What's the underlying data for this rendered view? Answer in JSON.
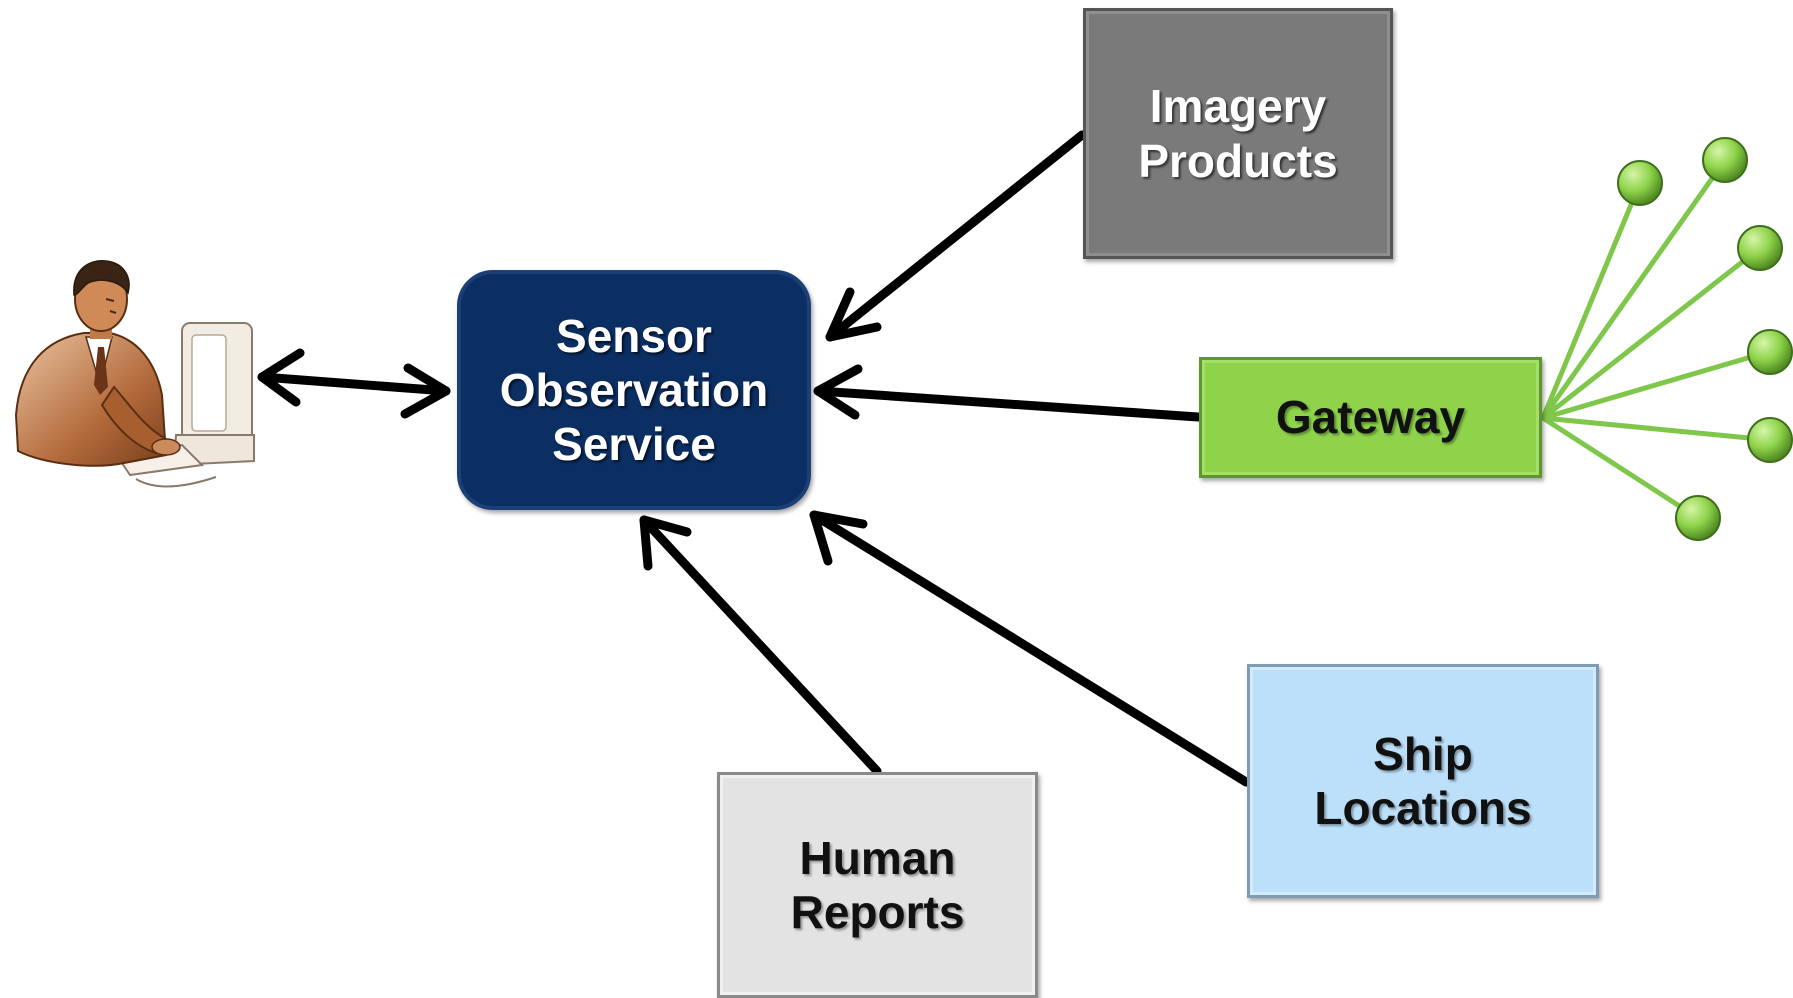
{
  "nodes": {
    "sos": {
      "label": "Sensor\nObservation\nService"
    },
    "imagery": {
      "label": "Imagery\nProducts"
    },
    "gateway": {
      "label": "Gateway"
    },
    "ship": {
      "label": "Ship\nLocations"
    },
    "human": {
      "label": "Human\nReports"
    }
  },
  "colors": {
    "sos_fill": "#0b2e63",
    "imagery_fill": "#7a7a7a",
    "gateway_fill": "#8ed34a",
    "ship_fill": "#bde0fa",
    "human_fill": "#e3e3e3",
    "sensor_node": "#8ed34a",
    "arrow": "#000000"
  },
  "icons": {
    "user": "person-at-computer-icon",
    "sensor": "sensor-node-icon"
  }
}
